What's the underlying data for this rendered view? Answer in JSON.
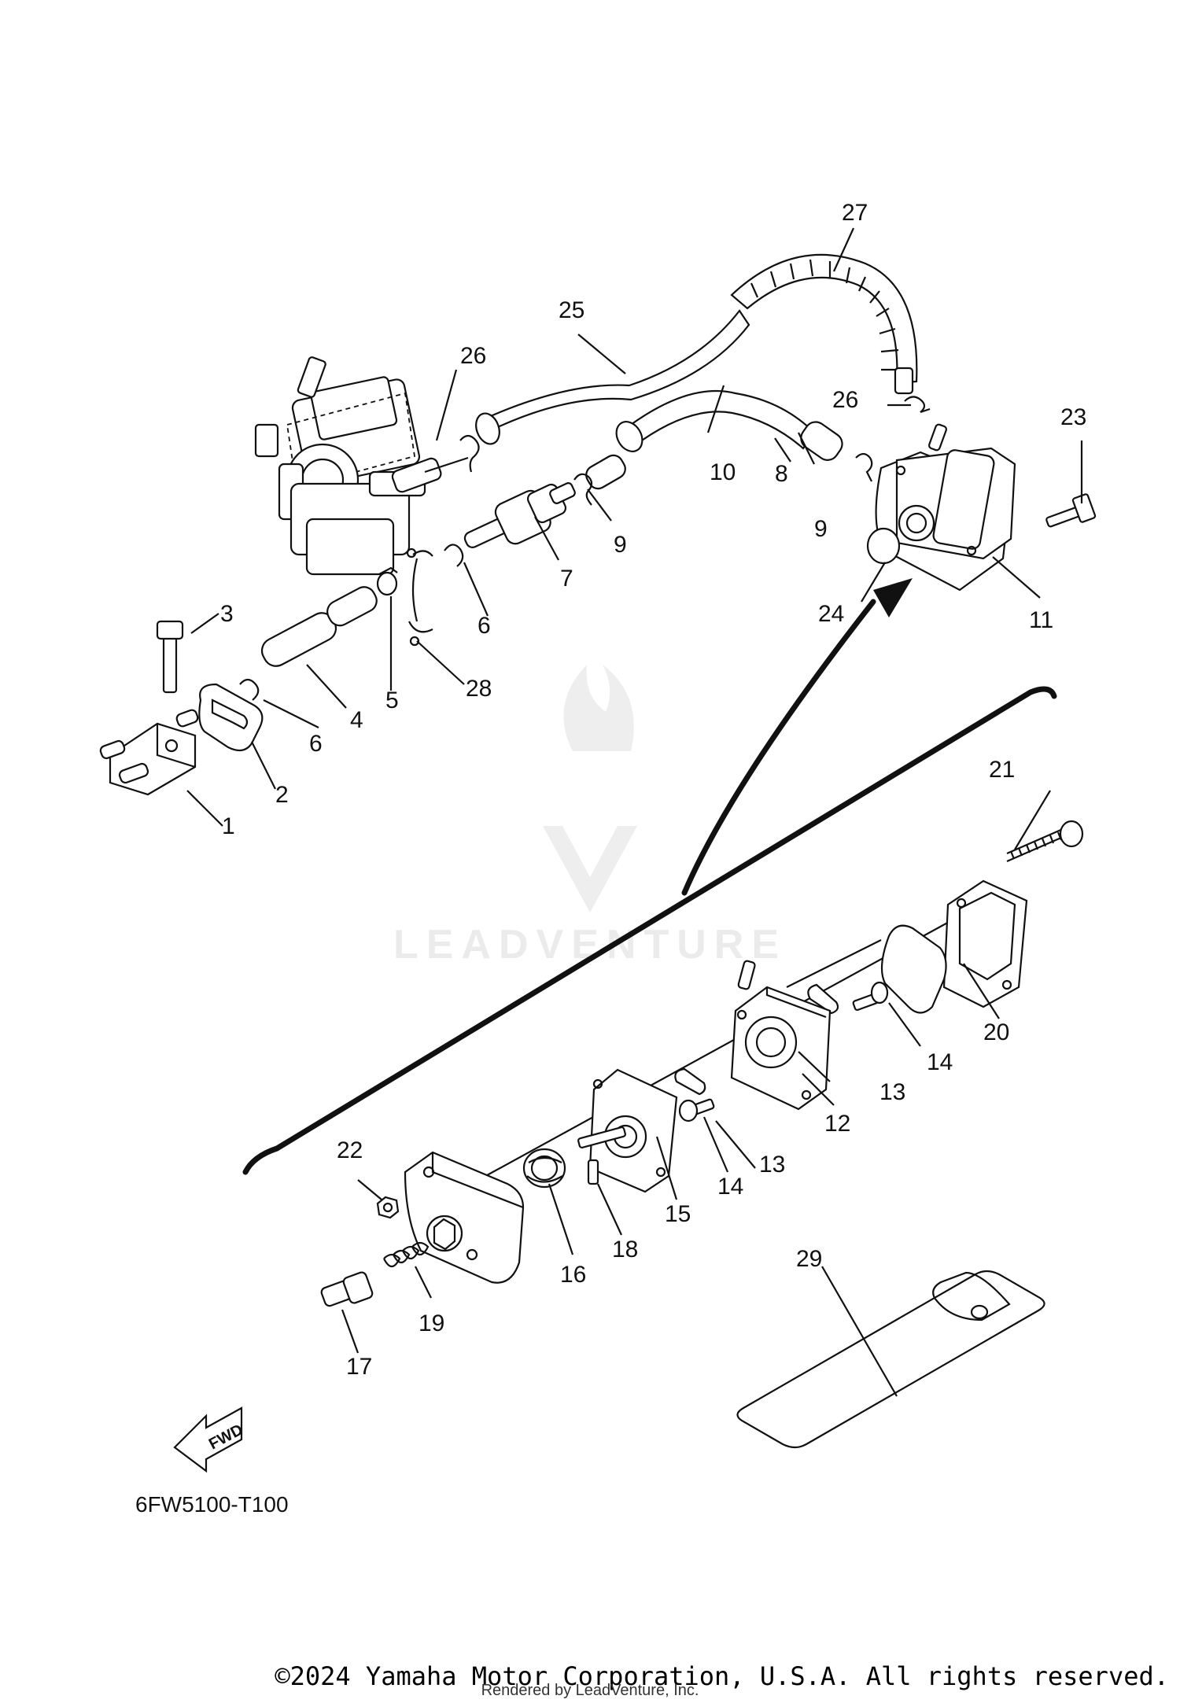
{
  "diagram": {
    "callouts": [
      "1",
      "2",
      "3",
      "4",
      "5",
      "6",
      "6",
      "7",
      "8",
      "9",
      "9",
      "10",
      "11",
      "12",
      "13",
      "13",
      "14",
      "14",
      "15",
      "16",
      "17",
      "18",
      "19",
      "20",
      "21",
      "22",
      "23",
      "24",
      "25",
      "26",
      "26",
      "27",
      "28",
      "29"
    ],
    "diagram_code": "6FW5100-T100",
    "fwd_label": "FWD",
    "watermark": "LEADVENTURE"
  },
  "footer": {
    "copyright": "©2024 Yamaha Motor Corporation, U.S.A. All rights reserved.",
    "rendered_by": "Rendered by LeadVenture, Inc."
  },
  "colors": {
    "ink": "#111111",
    "watermark": "#e6e6e6",
    "background": "#ffffff"
  }
}
